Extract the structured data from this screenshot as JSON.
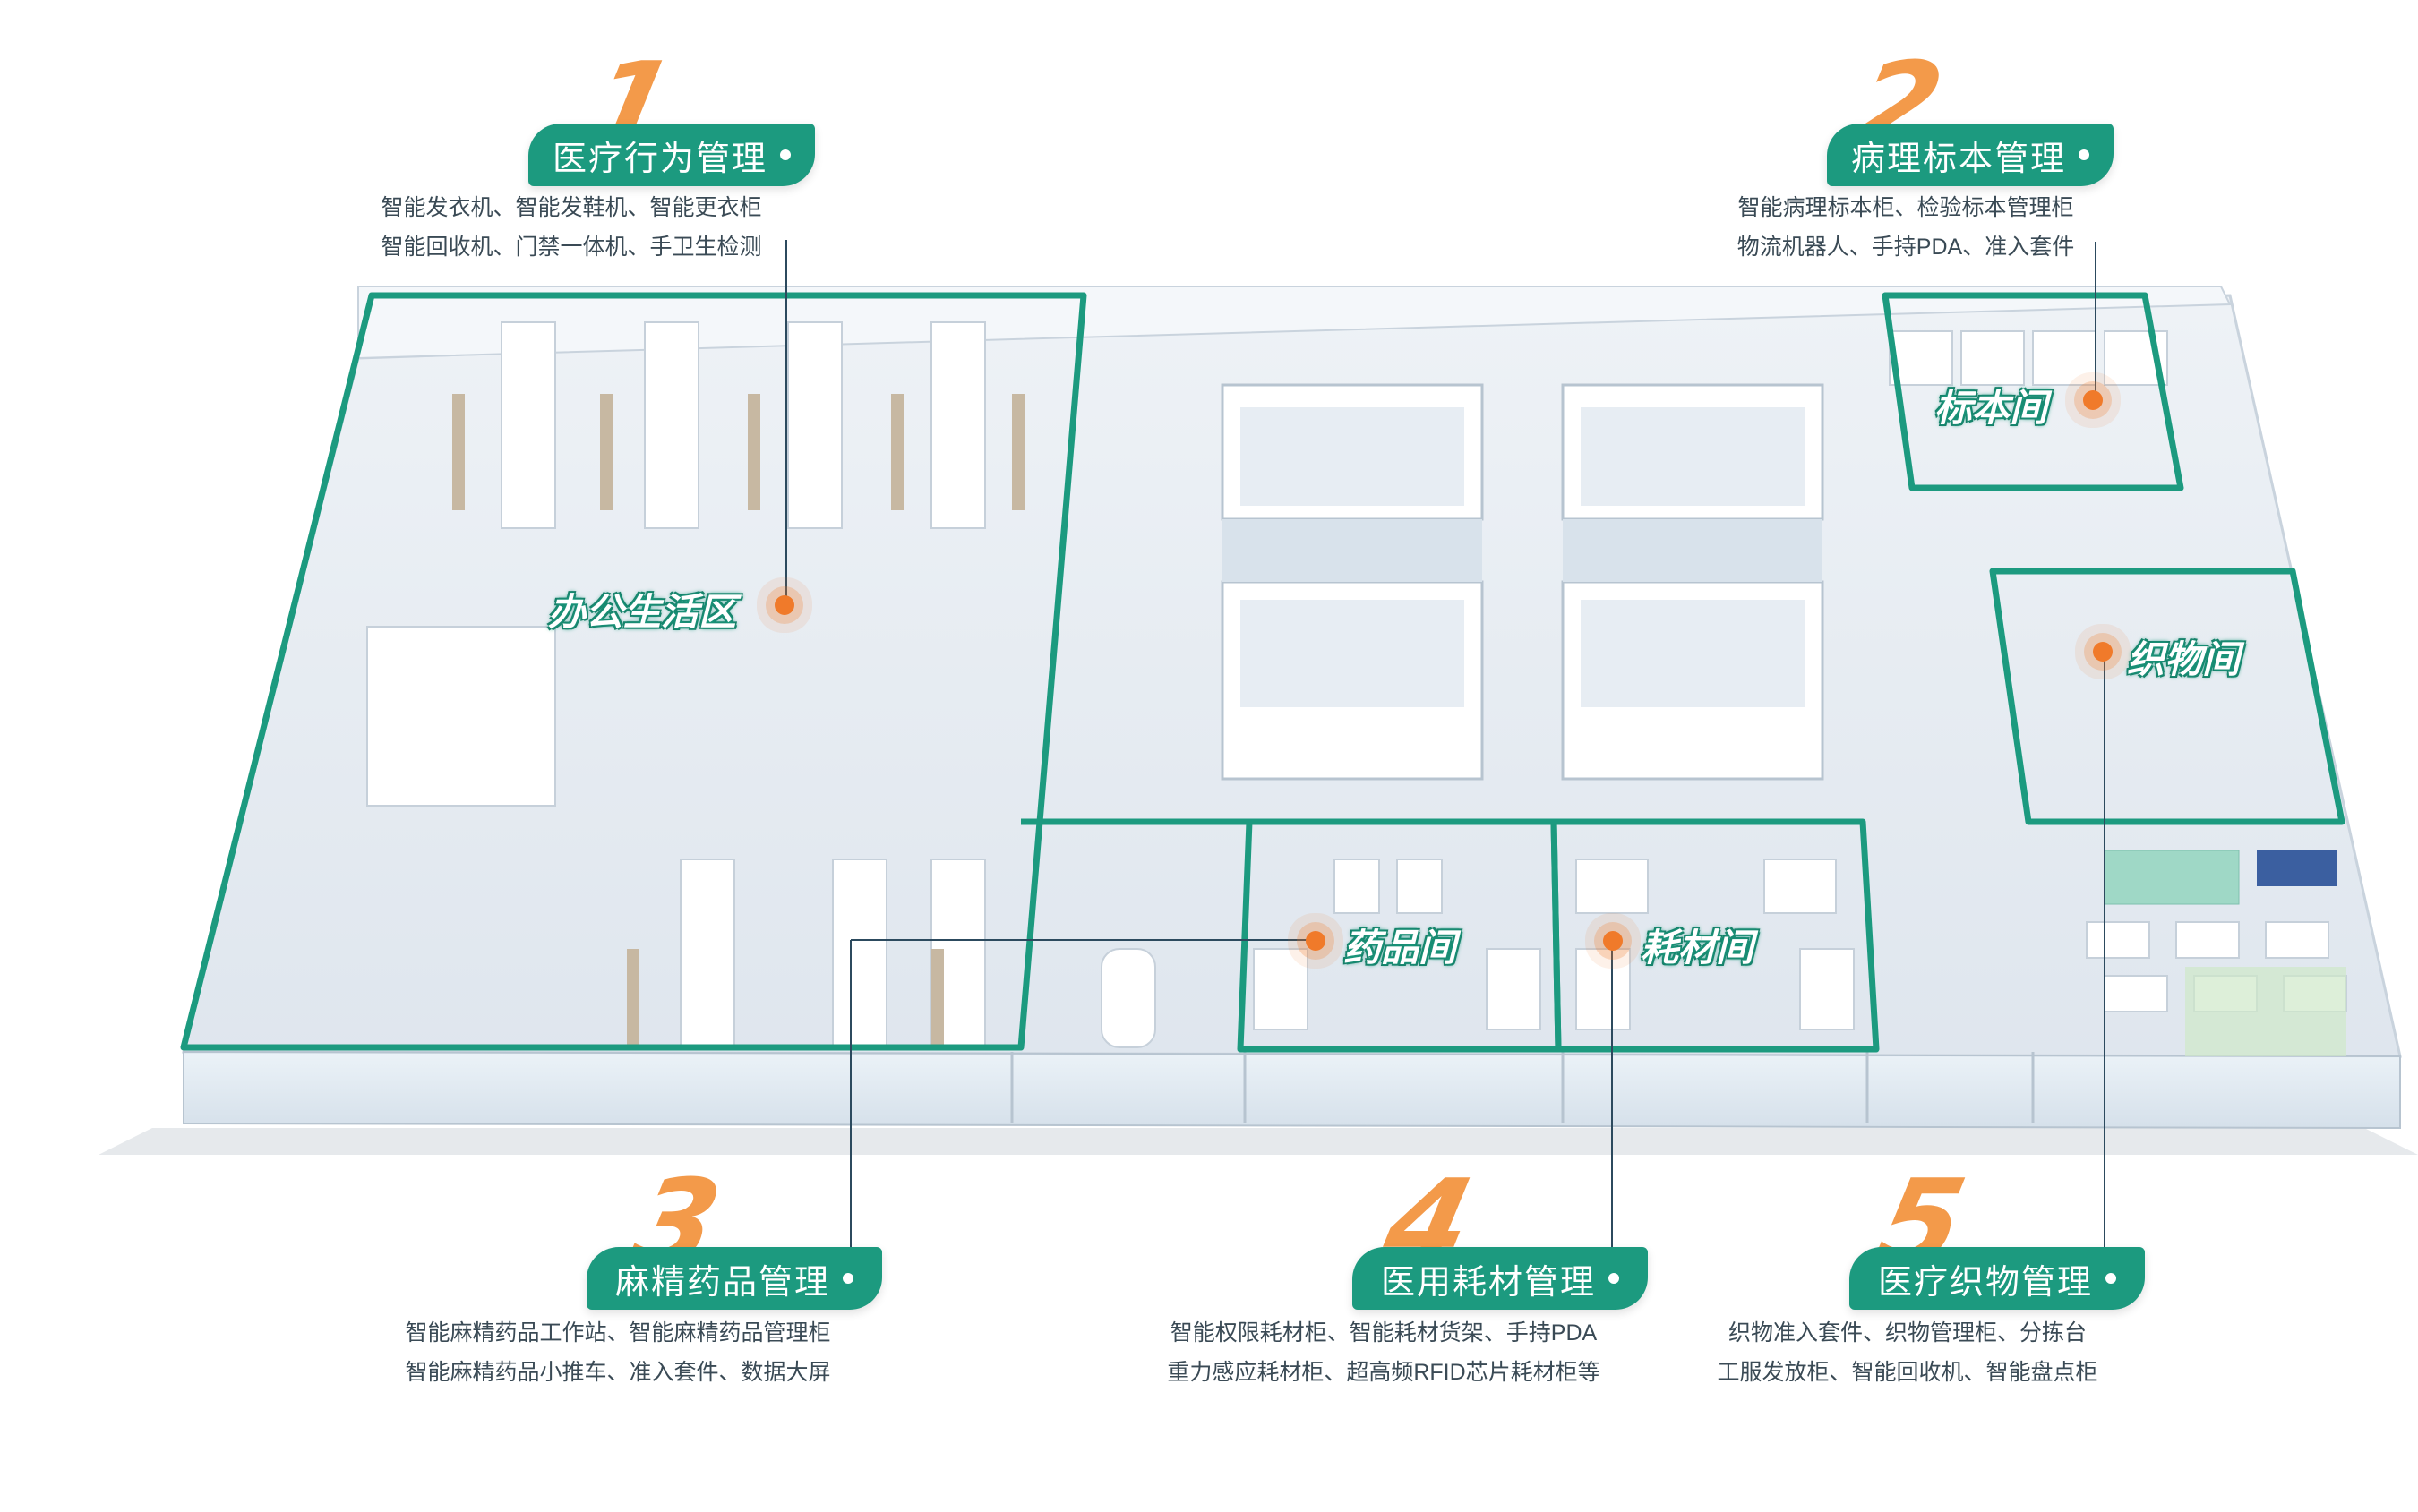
{
  "sections": [
    {
      "number": "1",
      "title": "医疗行为管理",
      "lines": [
        "智能发衣机、智能发鞋机、智能更衣柜",
        "智能回收机、门禁一体机、手卫生检测"
      ]
    },
    {
      "number": "2",
      "title": "病理标本管理",
      "lines": [
        "智能病理标本柜、检验标本管理柜",
        "物流机器人、手持PDA、准入套件"
      ]
    },
    {
      "number": "3",
      "title": "麻精药品管理",
      "lines": [
        "智能麻精药品工作站、智能麻精药品管理柜",
        "智能麻精药品小推车、准入套件、数据大屏"
      ]
    },
    {
      "number": "4",
      "title": "医用耗材管理",
      "lines": [
        "智能权限耗材柜、智能耗材货架、手持PDA",
        "重力感应耗材柜、超高频RFID芯片耗材柜等"
      ]
    },
    {
      "number": "5",
      "title": "医疗织物管理",
      "lines": [
        "织物准入套件、织物管理柜、分拣台",
        "工服发放柜、智能回收机、智能盘点柜"
      ]
    }
  ],
  "rooms": {
    "office": "办公生活区",
    "specimen": "标本间",
    "textile": "织物间",
    "pharmacy": "药品间",
    "consumables": "耗材间"
  },
  "colors": {
    "accent": "#1c9a7f",
    "number": "#f39a4a",
    "marker": "#f07a2a",
    "text": "#3a4a55"
  }
}
